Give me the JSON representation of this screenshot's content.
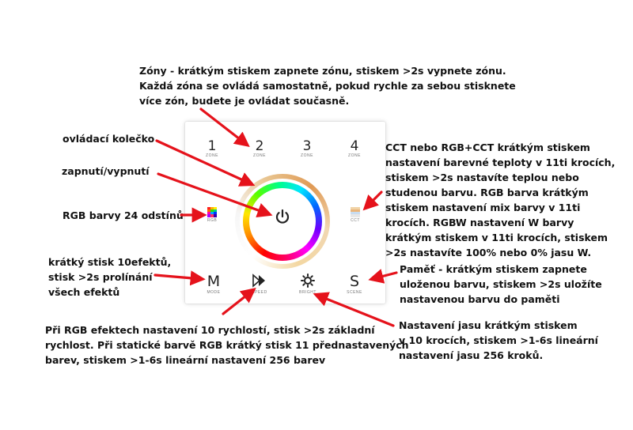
{
  "notes": {
    "zones": "Zóny - krátkým stiskem zapnete zónu, stiskem >2s vypnete zónu.\nKaždá zóna se ovládá samostatně, pokud rychle za sebou stisknete\nvíce zón, budete je ovládat současně.",
    "wheel": "ovládací kolečko",
    "power": "zapnutí/vypnutí",
    "rgb": "RGB barvy 24 odstínů",
    "mode": "krátký stisk 10efektů,\nstisk >2s prolínání\nvšech efektů",
    "speed": "Při RGB efektech nastavení 10 rychlostí, stisk >2s základní\nrychlost. Při statické barvě RGB krátký stisk 11 přednastavených\nbarev, stiskem >1-6s lineární nastavení 256 barev",
    "cct": "CCT nebo RGB+CCT krátkým stiskem\nnastavení barevné teploty v 11ti krocích,\nstiskem >2s nastavíte teplou nebo\nstudenou barvu. RGB barva krátkým\nstiskem nastavení mix barvy v 11ti\nkrocích. RGBW nastavení W barvy\nkrátkým stiskem v 11ti krocích, stiskem\n>2s nastavíte 100% nebo 0% jasu W.",
    "scene": "Paměť - krátkým stiskem zapnete\nuloženou barvu, stiskem >2s uložíte\nnastavenou barvu do paměti",
    "bright": "Nastavení jasu krátkým stiskem\nv 10 krocích, stiskem >1-6s lineární\nnastavení jasu 256 kroků."
  },
  "panel": {
    "zones": [
      {
        "num": "1",
        "label": "ZONE"
      },
      {
        "num": "2",
        "label": "ZONE"
      },
      {
        "num": "3",
        "label": "ZONE"
      },
      {
        "num": "4",
        "label": "ZONE"
      }
    ],
    "rgb_label": "RGB",
    "cct_label": "CCT",
    "mode": {
      "glyph": "M",
      "label": "MODE"
    },
    "speed": {
      "label": "SPEED"
    },
    "bright": {
      "label": "BRIGHT"
    },
    "scene": {
      "glyph": "S",
      "label": "SCENE"
    },
    "power_icon": "power-icon"
  },
  "colors": {
    "arrow": "#e5121b",
    "text": "#111111",
    "panel_glyph": "#222222"
  }
}
